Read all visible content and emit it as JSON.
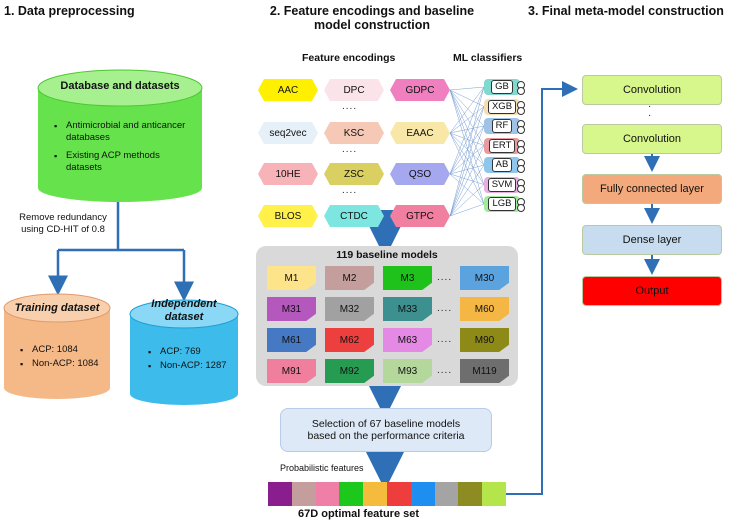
{
  "sections": {
    "s1_title": "1. Data preprocessing",
    "s2_title_line1": "2. Feature encodings and baseline",
    "s2_title_line2": "model construction",
    "s3_title": "3. Final meta-model construction"
  },
  "database": {
    "title": "Database and datasets",
    "items": [
      "Antimicrobial and anticancer databases",
      "Existing ACP methods datasets"
    ],
    "color": "#66e34c"
  },
  "redundancy": {
    "line1": "Remove redundancy",
    "line2": "using CD-HIT of 0.8"
  },
  "training": {
    "title": "Training dataset",
    "items": [
      "ACP: 1084",
      "Non-ACP: 1084"
    ],
    "color": "#f5b887"
  },
  "independent": {
    "title_line1": "Independent",
    "title_line2": "dataset",
    "items": [
      "ACP: 769",
      "Non-ACP: 1287"
    ],
    "color": "#3dbcec"
  },
  "encodings": {
    "header": "Feature encodings",
    "rows": [
      [
        {
          "label": "AAC",
          "color": "#fff000"
        },
        {
          "label": "DPC",
          "color": "#fbe3ea"
        },
        {
          "label": "GDPC",
          "color": "#f07fbf"
        }
      ],
      [
        {
          "label": "seq2vec",
          "color": "#e6f0f8"
        },
        {
          "label": "KSC",
          "color": "#f6c9b6"
        },
        {
          "label": "EAAC",
          "color": "#f9e7a8"
        }
      ],
      [
        {
          "label": "10HE",
          "color": "#f7b3b7"
        },
        {
          "label": "ZSC",
          "color": "#dad061"
        },
        {
          "label": "QSO",
          "color": "#a5a7ef"
        }
      ],
      [
        {
          "label": "BLOS",
          "color": "#fff14a"
        },
        {
          "label": "CTDC",
          "color": "#7ee6e0"
        },
        {
          "label": "GTPC",
          "color": "#f07fa0"
        }
      ]
    ],
    "dots": "...."
  },
  "classifiers": {
    "header": "ML classifiers",
    "items": [
      {
        "label": "GB",
        "color": "#7fd9cf"
      },
      {
        "label": "XGB",
        "color": "#f4dfb2"
      },
      {
        "label": "RF",
        "color": "#9fc3e6"
      },
      {
        "label": "ERT",
        "color": "#e99a9e"
      },
      {
        "label": "AB",
        "color": "#8fc6ee"
      },
      {
        "label": "SVM",
        "color": "#e7aee1"
      },
      {
        "label": "LGB",
        "color": "#a3ea9e"
      }
    ]
  },
  "baseline": {
    "title": "119 baseline models",
    "rows": [
      [
        {
          "label": "M1",
          "color": "#fde38a"
        },
        {
          "label": "M2",
          "color": "#c49e9c"
        },
        {
          "label": "M3",
          "color": "#1fc21b"
        },
        {
          "label": "M30",
          "color": "#5aa3df"
        }
      ],
      [
        {
          "label": "M31",
          "color": "#b558be"
        },
        {
          "label": "M32",
          "color": "#a1a1a1"
        },
        {
          "label": "M33",
          "color": "#3c9190"
        },
        {
          "label": "M60",
          "color": "#f5b744"
        }
      ],
      [
        {
          "label": "M61",
          "color": "#4679c4"
        },
        {
          "label": "M62",
          "color": "#ee3f3f"
        },
        {
          "label": "M63",
          "color": "#e58ae4"
        },
        {
          "label": "M90",
          "color": "#8e8a18"
        }
      ],
      [
        {
          "label": "M91",
          "color": "#ef7f9c"
        },
        {
          "label": "M92",
          "color": "#269b52"
        },
        {
          "label": "M93",
          "color": "#b4d89b"
        },
        {
          "label": "M119",
          "color": "#6e6e6e"
        }
      ]
    ],
    "dots": "...."
  },
  "selection": {
    "line1": "Selection of 67 baseline models",
    "line2": "based on the performance criteria"
  },
  "probabilistic": "Probabilistic features",
  "feature_set": {
    "label": "67D optimal feature set",
    "colors": [
      "#8b1e8e",
      "#c49e9c",
      "#f07fa7",
      "#1dc81c",
      "#f4bb3d",
      "#ee3d3d",
      "#1e8ff0",
      "#a4a4a4",
      "#8c8c23",
      "#b4e64c"
    ]
  },
  "meta_model": {
    "layers": [
      {
        "label": "Convolution",
        "color": "#d7f78c"
      },
      {
        "label": "Convolution",
        "color": "#d7f78c"
      },
      {
        "label": "Fully connected layer",
        "color": "#f3a97b"
      },
      {
        "label": "Dense layer",
        "color": "#c7dcee"
      },
      {
        "label": "Output",
        "color": "#ff0000"
      }
    ],
    "vdots": "·"
  }
}
